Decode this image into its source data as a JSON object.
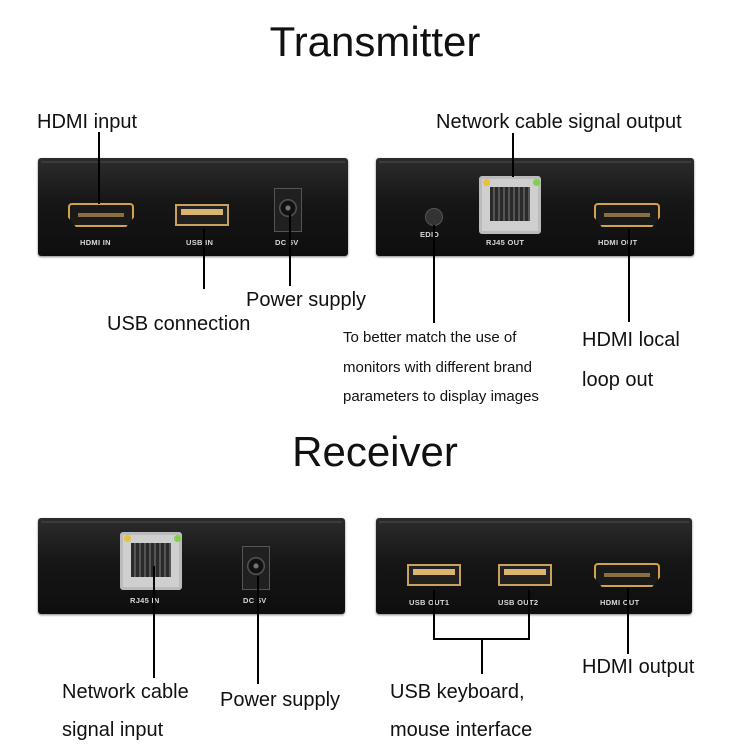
{
  "transmitter": {
    "title": "Transmitter",
    "labels": {
      "hdmi_input": "HDMI input",
      "network_output": "Network cable signal output",
      "power_supply": "Power supply",
      "usb_connection": "USB connection",
      "edid_note_line1": "To better match the use of",
      "edid_note_line2": "monitors with different brand",
      "edid_note_line3": "parameters to display images",
      "hdmi_loop_line1": "HDMI local",
      "hdmi_loop_line2": "loop out"
    },
    "ports": {
      "hdmi_in": "HDMI IN",
      "usb_in": "USB IN",
      "dc_5v": "DC 5V",
      "edid": "EDID",
      "rj45_out": "RJ45 OUT",
      "hdmi_out": "HDMI OUT"
    }
  },
  "receiver": {
    "title": "Receiver",
    "labels": {
      "network_input_line1": "Network cable",
      "network_input_line2": "signal input",
      "power_supply": "Power supply",
      "usb_line1": "USB keyboard,",
      "usb_line2": "mouse interface",
      "hdmi_output": "HDMI output"
    },
    "ports": {
      "rj45_in": "RJ45 IN",
      "dc_5v": "DC 5V",
      "usb_out1": "USB OUT1",
      "usb_out2": "USB OUT2",
      "hdmi_out": "HDMI OUT"
    }
  }
}
